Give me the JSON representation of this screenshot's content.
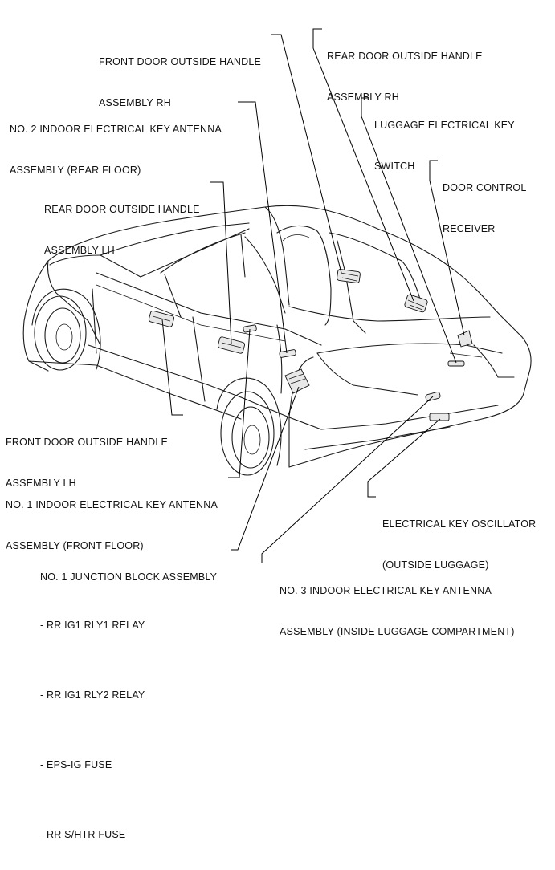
{
  "labels": {
    "front_door_handle_rh": [
      "FRONT DOOR OUTSIDE HANDLE",
      "ASSEMBLY RH"
    ],
    "rear_door_handle_rh": [
      "REAR DOOR OUTSIDE HANDLE",
      "ASSEMBLY RH"
    ],
    "no2_antenna": [
      "NO. 2 INDOOR ELECTRICAL KEY ANTENNA",
      "ASSEMBLY (REAR FLOOR)"
    ],
    "luggage_switch": [
      "LUGGAGE ELECTRICAL KEY",
      "SWITCH"
    ],
    "door_control_receiver": [
      "DOOR CONTROL",
      "RECEIVER"
    ],
    "rear_door_handle_lh": [
      "REAR DOOR OUTSIDE HANDLE",
      "ASSEMBLY LH"
    ],
    "front_door_handle_lh": [
      "FRONT DOOR OUTSIDE HANDLE",
      "ASSEMBLY LH"
    ],
    "no1_antenna": [
      "NO. 1 INDOOR ELECTRICAL KEY ANTENNA",
      "ASSEMBLY (FRONT FLOOR)"
    ],
    "key_oscillator": [
      "ELECTRICAL KEY OSCILLATOR",
      "(OUTSIDE LUGGAGE)"
    ],
    "junction_block": [
      "NO. 1 JUNCTION BLOCK ASSEMBLY"
    ],
    "no3_antenna": [
      "NO. 3 INDOOR ELECTRICAL KEY ANTENNA",
      "ASSEMBLY (INSIDE LUGGAGE COMPARTMENT)"
    ]
  },
  "junction_items": [
    "- RR IG1 RLY1 RELAY",
    "- RR IG1 RLY2 RELAY",
    "- EPS-IG FUSE",
    "- RR S/HTR FUSE"
  ]
}
